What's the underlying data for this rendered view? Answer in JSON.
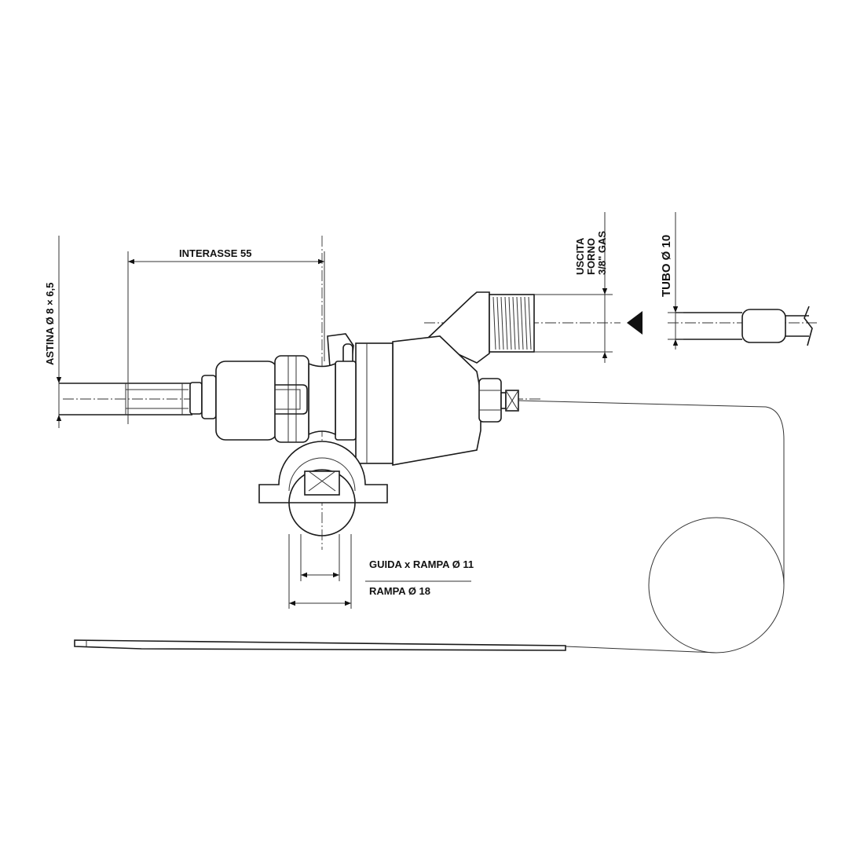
{
  "labels": {
    "interasse": "INTERASSE 55",
    "astina": "ASTINA Ø 8 × 6,5",
    "uscita_line1": "USCITA",
    "uscita_line2": "FORNO",
    "uscita_line3": "3/8\" GAS",
    "tubo": "TUBO Ø 10",
    "guida": "GUIDA x RAMPA Ø 11",
    "rampa": "RAMPA Ø 18"
  },
  "colors": {
    "line": "#1a1a1a",
    "background": "#ffffff"
  }
}
